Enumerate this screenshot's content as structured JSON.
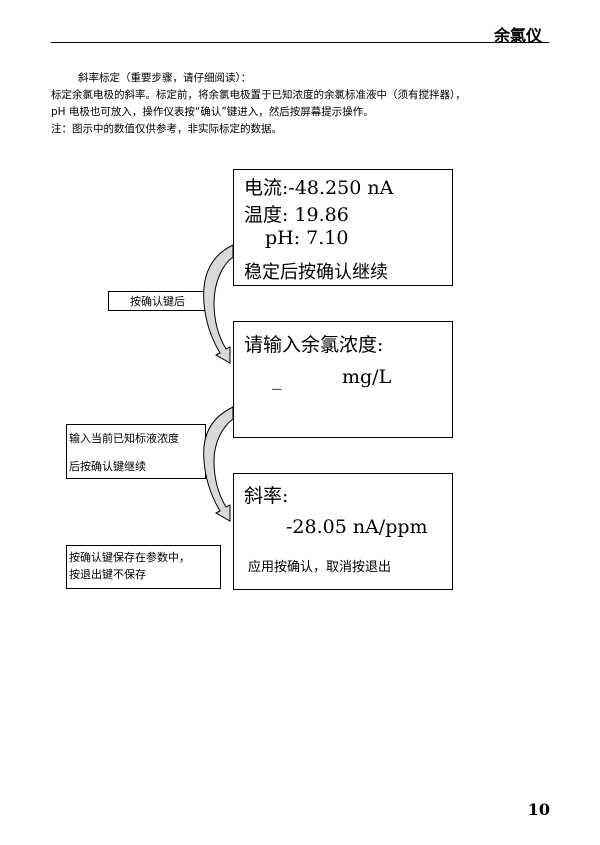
{
  "header": {
    "title": "余氯仪"
  },
  "intro": {
    "line1": "斜率标定（重要步骤，请仔细阅读）：",
    "line2": "标定余氯电极的斜率。标定前，将余氯电极置于已知浓度的余氯标准液中（须有搅拌器），",
    "line3": "pH 电极也可放入，操作仪表按“确认”键进入，然后按屏幕提示操作。",
    "line4": "注：图示中的数值仅供参考，非实际标定的数据。"
  },
  "screen1": {
    "current": "电流:-48.250    nA",
    "temperature": "温度:    19.86",
    "ph": "pH:    7.10",
    "prompt": "稳定后按确认继续"
  },
  "screen2": {
    "prompt": "请输入余氯浓度:",
    "cursor": "_",
    "unit": "mg/L"
  },
  "screen3": {
    "title": "斜率:",
    "value": "-28.05 nA/ppm",
    "prompt": "应用按确认，取消按退出"
  },
  "notes": {
    "note1": "按确认键后",
    "note2_line1": "输入当前已知标液浓度",
    "note2_line2": "后按确认键继续",
    "note3_line1": "按确认键保存在参数中，",
    "note3_line2": "按退出键不保存"
  },
  "page_number": "10"
}
